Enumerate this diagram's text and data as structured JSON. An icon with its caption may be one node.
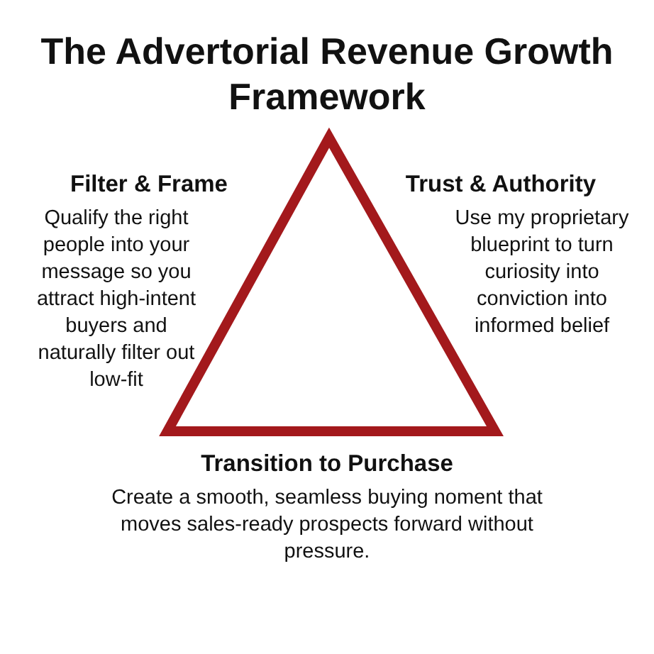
{
  "diagram": {
    "title": "The Advertorial Revenue Growth Framework",
    "labels": [
      "Filter & Frame",
      "Qualify the right people into your message so you attract high-intent buyers and naturally filter out low-fit",
      "Trust & Authority",
      "Use my proprietary blueprint to turn curiosity into conviction into informed belief",
      "Transition to Purchase",
      "Create a smooth, seamless buying noment that moves sales-ready prospects forward without pressure."
    ]
  }
}
